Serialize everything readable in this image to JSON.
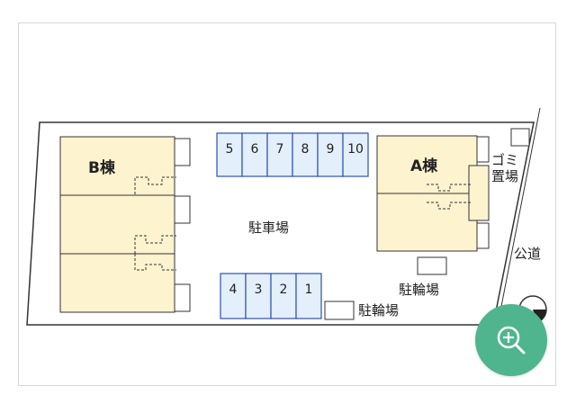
{
  "map": {
    "buildings": [
      {
        "id": "A",
        "label": "A棟"
      },
      {
        "id": "B",
        "label": "B棟"
      }
    ],
    "parking_lot_label": "駐車場",
    "parking_top": [
      "5",
      "6",
      "7",
      "8",
      "9",
      "10"
    ],
    "parking_bottom": [
      "4",
      "3",
      "2",
      "1"
    ],
    "bicycle_parking": [
      "駐輪場",
      "駐輪場"
    ],
    "garbage_area": {
      "line1": "ゴミ",
      "line2": "置場"
    },
    "public_road": "公道"
  },
  "controls": {
    "zoom_icon": "zoom-in-icon"
  },
  "colors": {
    "building_fill": "#fdf3cf",
    "parking_fill": "#e3effb",
    "parking_border": "#2d4fb4",
    "zoom_button": "#4fb58e"
  }
}
